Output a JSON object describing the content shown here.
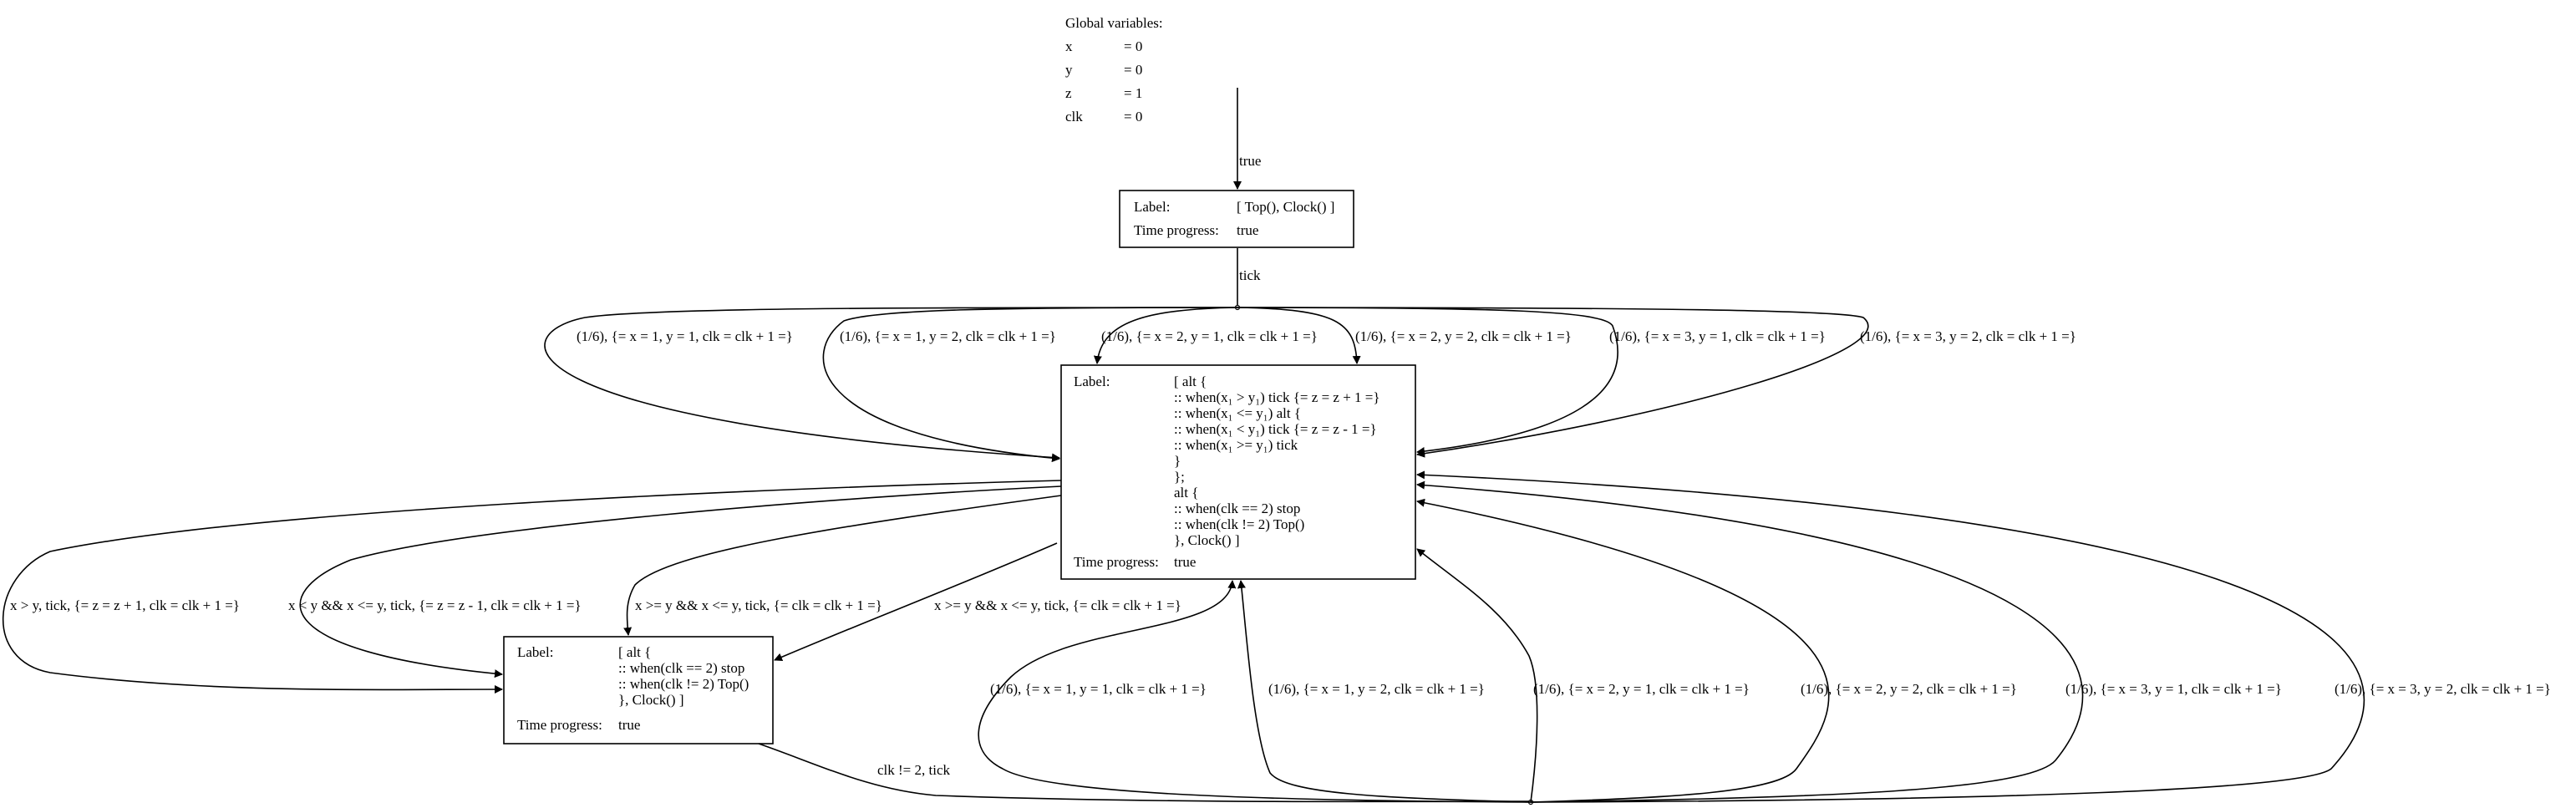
{
  "globals": {
    "title": "Global variables:",
    "vars": [
      {
        "name": "x",
        "value": "= 0"
      },
      {
        "name": "y",
        "value": "= 0"
      },
      {
        "name": "z",
        "value": "= 1"
      },
      {
        "name": "clk",
        "value": "= 0"
      }
    ]
  },
  "nodes": {
    "start": {
      "label_key": "Label:",
      "label_lines": [
        "[ Top(), Clock() ]"
      ],
      "time_key": "Time progress:",
      "time_value": "true"
    },
    "main": {
      "label_key": "Label:",
      "label_lines": [
        "[ alt {",
        ":: when(x₁ > y₁) tick {= z = z + 1 =}",
        ":: when(x₁ <= y₁) alt {",
        " :: when(x₁ < y₁) tick {= z = z - 1 =}",
        " :: when(x₁ >= y₁) tick",
        " }",
        "};",
        "alt {",
        ":: when(clk == 2) stop",
        ":: when(clk != 2) Top()",
        "}, Clock() ]"
      ],
      "time_key": "Time progress:",
      "time_value": "true"
    },
    "left": {
      "label_key": "Label:",
      "label_lines": [
        "[ alt {",
        ":: when(clk == 2) stop",
        ":: when(clk != 2) Top()",
        "}, Clock() ]"
      ],
      "time_key": "Time progress:",
      "time_value": "true"
    }
  },
  "edges": {
    "init": "true",
    "tick": "tick",
    "upper": [
      "(1/6), {= x = 1, y = 1, clk = clk + 1 =}",
      "(1/6), {= x = 1, y = 2, clk = clk + 1 =}",
      "(1/6), {= x = 2, y = 1, clk = clk + 1 =}",
      "(1/6), {= x = 2, y = 2, clk = clk + 1 =}",
      "(1/6), {= x = 3, y = 1, clk = clk + 1 =}",
      "(1/6), {= x = 3, y = 2, clk = clk + 1 =}"
    ],
    "main_to_left": [
      "x > y, tick, {= z = z + 1, clk = clk + 1 =}",
      "x < y && x <= y, tick, {= z = z - 1, clk = clk + 1 =}",
      "x >= y && x <= y, tick, {= clk = clk + 1 =}",
      "x >= y && x <= y, tick, {= clk = clk + 1 =}"
    ],
    "left_out": "clk != 2, tick",
    "lower": [
      "(1/6), {= x = 1, y = 1, clk = clk + 1 =}",
      "(1/6), {= x = 1, y = 2, clk = clk + 1 =}",
      "(1/6), {= x = 2, y = 1, clk = clk + 1 =}",
      "(1/6), {= x = 2, y = 2, clk = clk + 1 =}",
      "(1/6), {= x = 3, y = 1, clk = clk + 1 =}",
      "(1/6), {= x = 3, y = 2, clk = clk + 1 =}"
    ]
  }
}
